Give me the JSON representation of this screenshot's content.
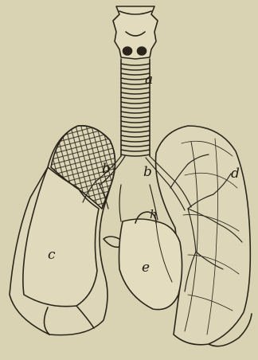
{
  "illustration": {
    "subject": "lungs-trachea-bronchi-heart",
    "ink_color": "#2a241a",
    "paper_color": "#d9d2b3"
  },
  "labels": {
    "a": "a",
    "b_left": "b",
    "b_right": "b",
    "c": "c",
    "d": "d",
    "e": "e",
    "h": "h"
  }
}
